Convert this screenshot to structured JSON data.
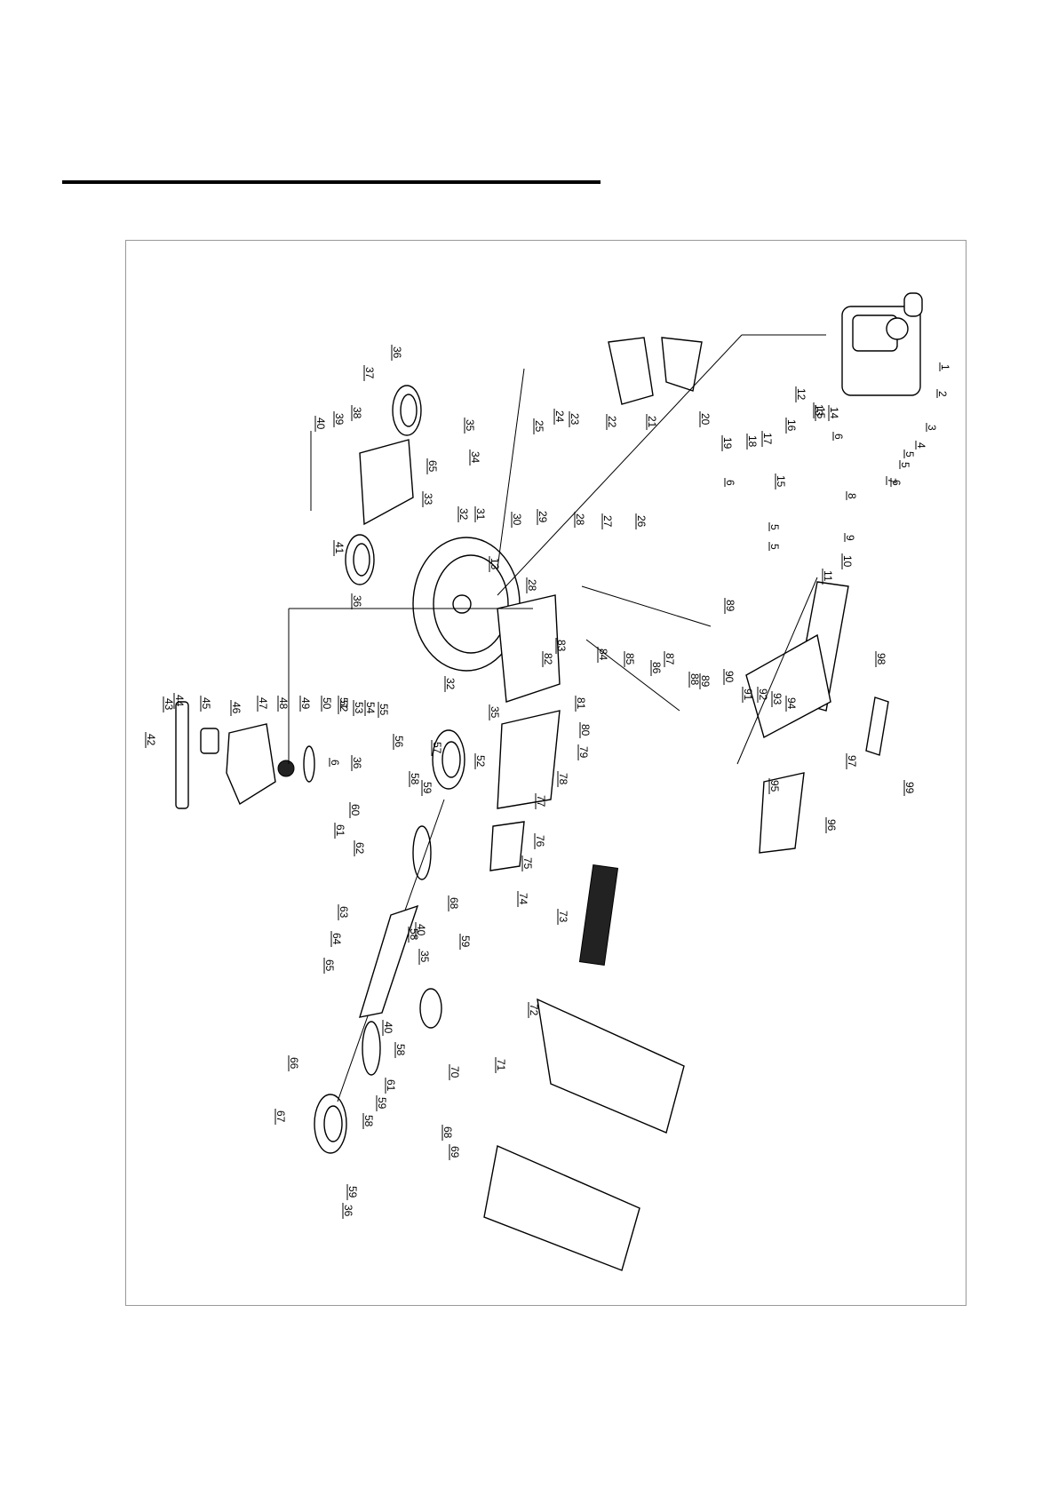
{
  "diagram": {
    "labels": [
      {
        "id": "l1",
        "text": "1"
      },
      {
        "id": "l2",
        "text": "2"
      },
      {
        "id": "l3",
        "text": "3"
      },
      {
        "id": "l4",
        "text": "4"
      },
      {
        "id": "l5a",
        "text": "5"
      },
      {
        "id": "l5b",
        "text": "5"
      },
      {
        "id": "l5c",
        "text": "5"
      },
      {
        "id": "l5d",
        "text": "5"
      },
      {
        "id": "l6a",
        "text": "6"
      },
      {
        "id": "l6b",
        "text": "6"
      },
      {
        "id": "l6c",
        "text": "6"
      },
      {
        "id": "l6d",
        "text": "6"
      },
      {
        "id": "l7",
        "text": "7"
      },
      {
        "id": "l8",
        "text": "8"
      },
      {
        "id": "l9",
        "text": "9"
      },
      {
        "id": "l10",
        "text": "10"
      },
      {
        "id": "l11",
        "text": "11"
      },
      {
        "id": "l12",
        "text": "12"
      },
      {
        "id": "l13a",
        "text": "13"
      },
      {
        "id": "l13b",
        "text": "13"
      },
      {
        "id": "l14",
        "text": "14"
      },
      {
        "id": "l15a",
        "text": "15"
      },
      {
        "id": "l15b",
        "text": "15"
      },
      {
        "id": "l16",
        "text": "16"
      },
      {
        "id": "l17",
        "text": "17"
      },
      {
        "id": "l18",
        "text": "18"
      },
      {
        "id": "l19",
        "text": "19"
      },
      {
        "id": "l20",
        "text": "20"
      },
      {
        "id": "l21",
        "text": "21"
      },
      {
        "id": "l22",
        "text": "22"
      },
      {
        "id": "l23",
        "text": "23"
      },
      {
        "id": "l24",
        "text": "24"
      },
      {
        "id": "l25",
        "text": "25"
      },
      {
        "id": "l26",
        "text": "26"
      },
      {
        "id": "l27",
        "text": "27"
      },
      {
        "id": "l28a",
        "text": "28"
      },
      {
        "id": "l28b",
        "text": "28"
      },
      {
        "id": "l29",
        "text": "29"
      },
      {
        "id": "l30",
        "text": "30"
      },
      {
        "id": "l31",
        "text": "31"
      },
      {
        "id": "l32a",
        "text": "32"
      },
      {
        "id": "l32b",
        "text": "32"
      },
      {
        "id": "l33",
        "text": "33"
      },
      {
        "id": "l34",
        "text": "34"
      },
      {
        "id": "l35a",
        "text": "35"
      },
      {
        "id": "l35b",
        "text": "35"
      },
      {
        "id": "l35c",
        "text": "35"
      },
      {
        "id": "l36a",
        "text": "36"
      },
      {
        "id": "l36b",
        "text": "36"
      },
      {
        "id": "l36c",
        "text": "36"
      },
      {
        "id": "l36d",
        "text": "36"
      },
      {
        "id": "l37",
        "text": "37"
      },
      {
        "id": "l38",
        "text": "38"
      },
      {
        "id": "l39",
        "text": "39"
      },
      {
        "id": "l40a",
        "text": "40"
      },
      {
        "id": "l40b",
        "text": "40"
      },
      {
        "id": "l40c",
        "text": "40"
      },
      {
        "id": "l41",
        "text": "41"
      },
      {
        "id": "l42",
        "text": "42"
      },
      {
        "id": "l43",
        "text": "43"
      },
      {
        "id": "l44",
        "text": "44"
      },
      {
        "id": "l45",
        "text": "45"
      },
      {
        "id": "l46",
        "text": "46"
      },
      {
        "id": "l47",
        "text": "47"
      },
      {
        "id": "l48",
        "text": "48"
      },
      {
        "id": "l49",
        "text": "49"
      },
      {
        "id": "l50",
        "text": "50"
      },
      {
        "id": "l51",
        "text": "51"
      },
      {
        "id": "l52a",
        "text": "52"
      },
      {
        "id": "l52b",
        "text": "52"
      },
      {
        "id": "l53",
        "text": "53"
      },
      {
        "id": "l54",
        "text": "54"
      },
      {
        "id": "l55",
        "text": "55"
      },
      {
        "id": "l56",
        "text": "56"
      },
      {
        "id": "l57",
        "text": "57"
      },
      {
        "id": "l58a",
        "text": "58"
      },
      {
        "id": "l58b",
        "text": "58"
      },
      {
        "id": "l58c",
        "text": "58"
      },
      {
        "id": "l58d",
        "text": "58"
      },
      {
        "id": "l59a",
        "text": "59"
      },
      {
        "id": "l59b",
        "text": "59"
      },
      {
        "id": "l59c",
        "text": "59"
      },
      {
        "id": "l59d",
        "text": "59"
      },
      {
        "id": "l60",
        "text": "60"
      },
      {
        "id": "l61a",
        "text": "61"
      },
      {
        "id": "l61b",
        "text": "61"
      },
      {
        "id": "l62",
        "text": "62"
      },
      {
        "id": "l63",
        "text": "63"
      },
      {
        "id": "l64",
        "text": "64"
      },
      {
        "id": "l65a",
        "text": "65"
      },
      {
        "id": "l65b",
        "text": "65"
      },
      {
        "id": "l66",
        "text": "66"
      },
      {
        "id": "l67",
        "text": "67"
      },
      {
        "id": "l68a",
        "text": "68"
      },
      {
        "id": "l68b",
        "text": "68"
      },
      {
        "id": "l69",
        "text": "69"
      },
      {
        "id": "l70",
        "text": "70"
      },
      {
        "id": "l71",
        "text": "71"
      },
      {
        "id": "l72",
        "text": "72"
      },
      {
        "id": "l73",
        "text": "73"
      },
      {
        "id": "l74",
        "text": "74"
      },
      {
        "id": "l75",
        "text": "75"
      },
      {
        "id": "l76",
        "text": "76"
      },
      {
        "id": "l77",
        "text": "77"
      },
      {
        "id": "l78",
        "text": "78"
      },
      {
        "id": "l79",
        "text": "79"
      },
      {
        "id": "l80",
        "text": "80"
      },
      {
        "id": "l81",
        "text": "81"
      },
      {
        "id": "l82",
        "text": "82"
      },
      {
        "id": "l83",
        "text": "83"
      },
      {
        "id": "l84",
        "text": "84"
      },
      {
        "id": "l85",
        "text": "85"
      },
      {
        "id": "l86",
        "text": "86"
      },
      {
        "id": "l87",
        "text": "87"
      },
      {
        "id": "l88",
        "text": "88"
      },
      {
        "id": "l89a",
        "text": "89"
      },
      {
        "id": "l89b",
        "text": "89"
      },
      {
        "id": "l90",
        "text": "90"
      },
      {
        "id": "l91",
        "text": "91"
      },
      {
        "id": "l92",
        "text": "92"
      },
      {
        "id": "l93",
        "text": "93"
      },
      {
        "id": "l94",
        "text": "94"
      },
      {
        "id": "l95",
        "text": "95"
      },
      {
        "id": "l96",
        "text": "96"
      },
      {
        "id": "l97",
        "text": "97"
      },
      {
        "id": "l98",
        "text": "98"
      },
      {
        "id": "l99",
        "text": "99"
      }
    ]
  }
}
